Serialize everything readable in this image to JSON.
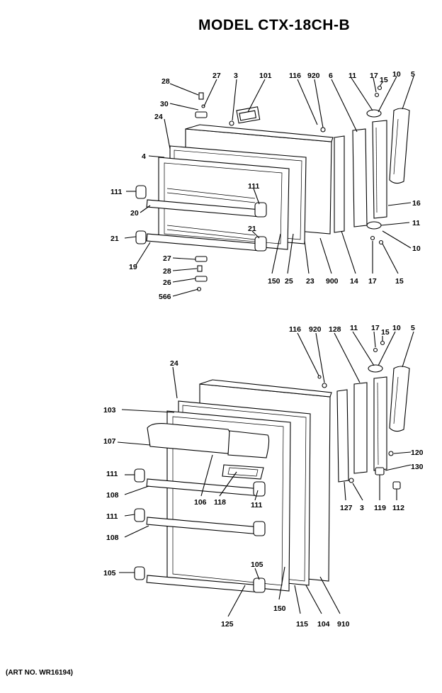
{
  "title": "MODEL CTX-18CH-B",
  "art_no": "(ART NO. WR16194)",
  "callouts_top": [
    "28",
    "27",
    "3",
    "101",
    "116",
    "920",
    "6",
    "11",
    "17",
    "15",
    "10",
    "5",
    "30",
    "24",
    "4",
    "111",
    "20",
    "21",
    "19",
    "27",
    "28",
    "26",
    "566",
    "111",
    "21",
    "150",
    "25",
    "23",
    "900",
    "14",
    "17",
    "15",
    "16",
    "11",
    "10"
  ],
  "callouts_bottom": [
    "116",
    "920",
    "128",
    "11",
    "17",
    "15",
    "10",
    "5",
    "24",
    "103",
    "107",
    "111",
    "108",
    "111",
    "108",
    "105",
    "106",
    "118",
    "111",
    "105",
    "150",
    "115",
    "104",
    "910",
    "125",
    "127",
    "3",
    "119",
    "112",
    "120",
    "130"
  ]
}
